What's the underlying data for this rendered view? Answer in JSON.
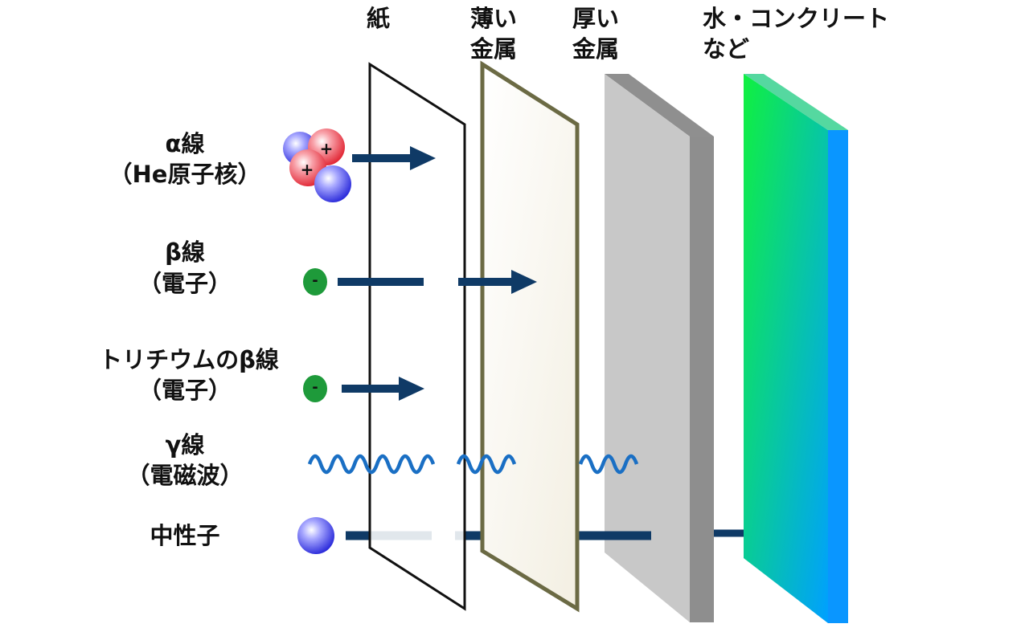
{
  "headers": {
    "paper": "紙",
    "thin_metal": [
      "薄い",
      "金属"
    ],
    "thick_metal": [
      "厚い",
      "金属"
    ],
    "water_concrete": [
      "水・コンクリート",
      "など"
    ]
  },
  "radiation": {
    "alpha": [
      "α線",
      "（He原子核）"
    ],
    "beta": [
      "β線",
      "（電子）"
    ],
    "tritium_beta": [
      "トリチウムのβ線",
      "（電子）"
    ],
    "gamma": [
      "γ線",
      "（電磁波）"
    ],
    "neutron": [
      "中性子"
    ]
  },
  "particle_signs": {
    "plus": "+",
    "minus": "-"
  },
  "colors": {
    "arrow": "#0f3a66",
    "wave": "#1a6fc4",
    "proton": "#e8283c",
    "neutron_ball": "#2a2ae0",
    "electron": "#1e9a3a",
    "thin_metal_border": "#6b6a44",
    "thick_metal": "#c8c8c8",
    "concrete_front_top": "#10f040",
    "concrete_front_bottom": "#00a8ff"
  }
}
